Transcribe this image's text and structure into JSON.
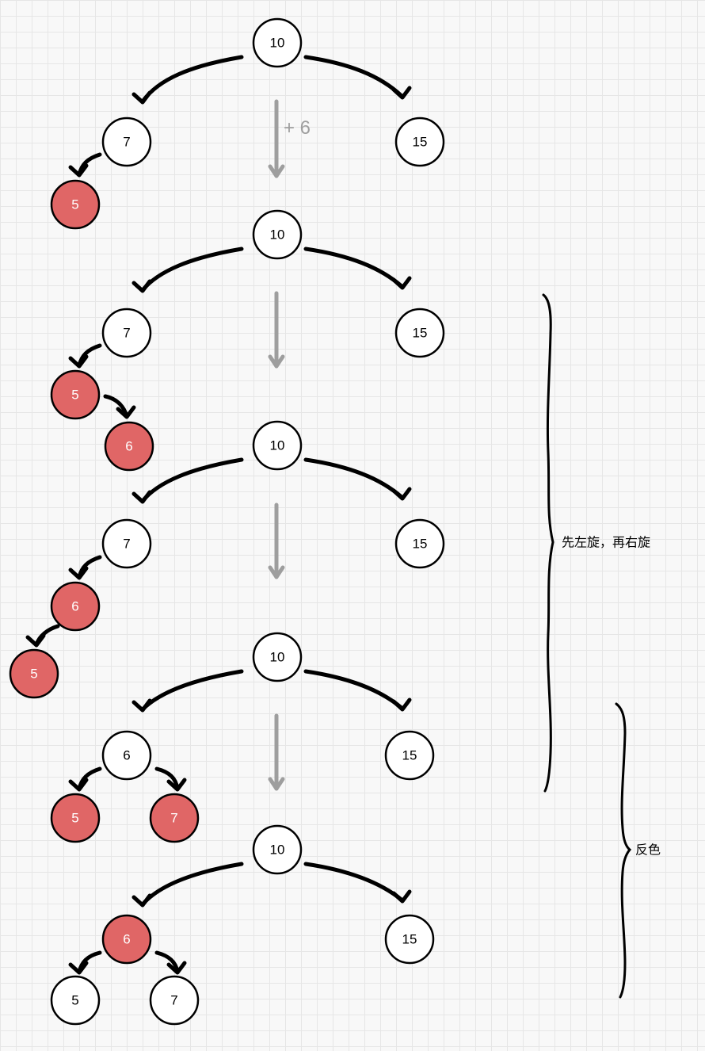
{
  "colors": {
    "red": "#e06666",
    "black": "#ffffff",
    "step_arrow": "#9e9e9e"
  },
  "stages": [
    {
      "nodes": [
        {
          "label": "10",
          "color": "black"
        },
        {
          "label": "7",
          "color": "black"
        },
        {
          "label": "15",
          "color": "black"
        },
        {
          "label": "5",
          "color": "red"
        }
      ]
    },
    {
      "nodes": [
        {
          "label": "10",
          "color": "black"
        },
        {
          "label": "7",
          "color": "black"
        },
        {
          "label": "15",
          "color": "black"
        },
        {
          "label": "5",
          "color": "red"
        },
        {
          "label": "6",
          "color": "red"
        }
      ]
    },
    {
      "nodes": [
        {
          "label": "10",
          "color": "black"
        },
        {
          "label": "7",
          "color": "black"
        },
        {
          "label": "15",
          "color": "black"
        },
        {
          "label": "6",
          "color": "red"
        },
        {
          "label": "5",
          "color": "red"
        }
      ]
    },
    {
      "nodes": [
        {
          "label": "10",
          "color": "black"
        },
        {
          "label": "6",
          "color": "black"
        },
        {
          "label": "15",
          "color": "black"
        },
        {
          "label": "5",
          "color": "red"
        },
        {
          "label": "7",
          "color": "red"
        }
      ]
    },
    {
      "nodes": [
        {
          "label": "10",
          "color": "black"
        },
        {
          "label": "6",
          "color": "red"
        },
        {
          "label": "15",
          "color": "black"
        },
        {
          "label": "5",
          "color": "black"
        },
        {
          "label": "7",
          "color": "black"
        }
      ]
    }
  ],
  "step_labels": [
    "+ 6",
    "",
    "",
    ""
  ],
  "annotations": [
    "先左旋，再右旋",
    "反色"
  ]
}
